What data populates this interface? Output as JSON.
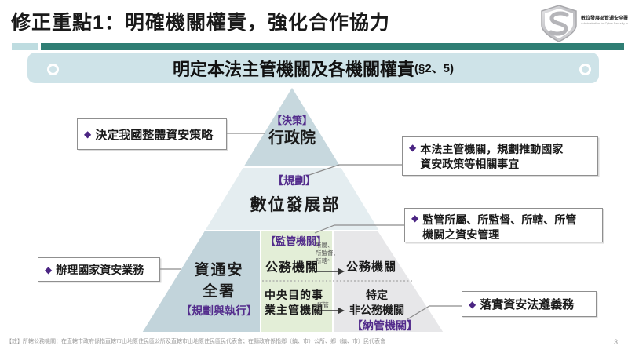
{
  "slide": {
    "title": "修正重點1：明確機關權責，強化合作協力",
    "page_number": "3",
    "footnote": "【註】所轄公務機關：在直轄市政府係指直轄市山地原住民區公所及直轄市山地原住民區民代表會；在縣政府係指鄉（鎮、市）公所、鄉（鎮、市）民代表會"
  },
  "logo": {
    "org_name": "數位發展部資通安全署",
    "org_name_en": "Administration for Cyber Security, moda",
    "shield_letter": "S"
  },
  "banner": {
    "title": "明定本法主管機關及各機關權責",
    "ref": "(§2、5)"
  },
  "pyramid": {
    "decision": {
      "role": "【決策】",
      "name": "行政院"
    },
    "planning": {
      "role": "【規劃】",
      "name": "數位發展部"
    },
    "execution": {
      "name_line1": "資通安",
      "name_line2": "全署",
      "role": "【規劃與執行】"
    },
    "supervision": {
      "label": "【監管機關】",
      "source": "公務機關",
      "relations": [
        "所屬、",
        "所監督、",
        "所轄*"
      ],
      "target": "公務機關"
    },
    "regulated": {
      "source_line1": "中央目的事",
      "source_line2": "業主管機關",
      "relation": "所管",
      "target_line1": "特定",
      "target_line2": "非公務機關",
      "label": "【納管機關】"
    }
  },
  "callouts": {
    "decide_strategy": {
      "bullet": "◆",
      "text": "決定我國整體資安策略"
    },
    "handle_affairs": {
      "bullet": "◆",
      "text": "辦理國家資安業務"
    },
    "competent_authority": {
      "bullet": "◆",
      "line1": "本法主管機關，規劃推動國家",
      "line2": "資安政策等相關事宜"
    },
    "supervise": {
      "bullet": "◆",
      "line1": "監管所屬、所監督、所轄、所管",
      "line2": "機關之資安管理"
    },
    "compliance": {
      "bullet": "◆",
      "text": "落實資安法遵義務"
    }
  },
  "colors": {
    "accent_teal_dark": "#2f7e74",
    "accent_teal_light": "#bedce0",
    "banner_bg": "#cee3e8",
    "pyramid_top": "#c7d8de",
    "pyramid_middle": "#e4edf0",
    "pyramid_bottom_left": "#c2d4db",
    "supervision_green": "#e3eed7",
    "regulated_gray": "#e7e7e9",
    "purple": "#532c8c",
    "bullet_purple": "#4b2583"
  }
}
